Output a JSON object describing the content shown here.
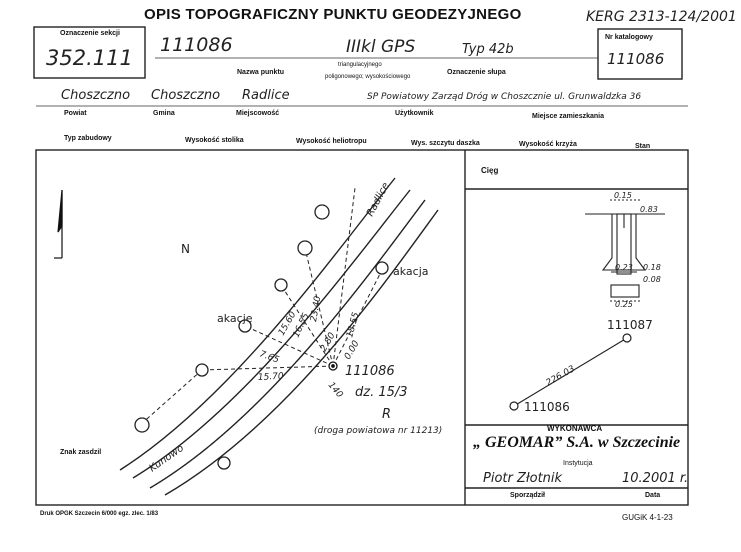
{
  "header": {
    "title": "OPIS TOPOGRAFICZNY PUNKTU GEODEZYJNEGO",
    "ref_code": "KERG 2313-124/2001"
  },
  "section_id": {
    "label": "Oznaczenie sekcji",
    "value": "352.111"
  },
  "catalog": {
    "label": "Nr katalogowy",
    "value": "111086"
  },
  "point": {
    "name": "111086",
    "class": "IIIkl GPS",
    "type": "Typ 42b",
    "name_label": "Nazwa punktu",
    "network_line1": "triangulacyjnego",
    "network_line2": "poligonowego; wysokościowego",
    "sign_label": "Oznaczenie słupa"
  },
  "admin": {
    "county": "Choszczno",
    "commune": "Choszczno",
    "locality": "Radlice",
    "user": "SP Powiatowy Zarząd Dróg w Choszcznie ul. Grunwaldzka 36",
    "labels": [
      "Powiat",
      "Gmina",
      "Miejscowość",
      "Użytkownik",
      "Miejsce zamieszkania"
    ]
  },
  "tech_labels": [
    "Typ zabudowy",
    "Wysokość stolika",
    "Wysokość heliotropu",
    "Wys. szczytu daszka",
    "Wysokość krzyża",
    "Stan"
  ],
  "map": {
    "north_label": "N",
    "south_label": "R",
    "road_name": "Radlice",
    "road_name2": "Kunowo",
    "tree1": "akacja",
    "tree2": "akacje",
    "point_label": "111086",
    "parcel": "dz. 15/3",
    "road_note": "(droga powiatowa nr 11213)",
    "marker_caption": "Znak zasdzil",
    "distances": [
      "23.40",
      "16.55",
      "15.60",
      "7.65",
      "15.70",
      "18.55",
      "2.80",
      "0.00",
      "140"
    ]
  },
  "profile": {
    "label": "Cięg",
    "dims": [
      "0.15",
      "0.83",
      "0.23",
      "0.18",
      "0.08",
      "0.25"
    ],
    "ref_point": "111087",
    "distance": "226.03",
    "base_point": "111086"
  },
  "executor": {
    "label": "WYKONAWCA",
    "company": "„ GEOMAR” S.A. w Szczecinie",
    "institution_label": "Instytucja",
    "surveyor": "Piotr Złotnik",
    "date": "10.2001 r.",
    "surveyor_label": "Sporządził",
    "date_label": "Data"
  },
  "footer": {
    "left": "Druk OPGK Szczecin 6/000 egz. zlec. 1/83",
    "right": "GUGiK 4-1-23"
  }
}
